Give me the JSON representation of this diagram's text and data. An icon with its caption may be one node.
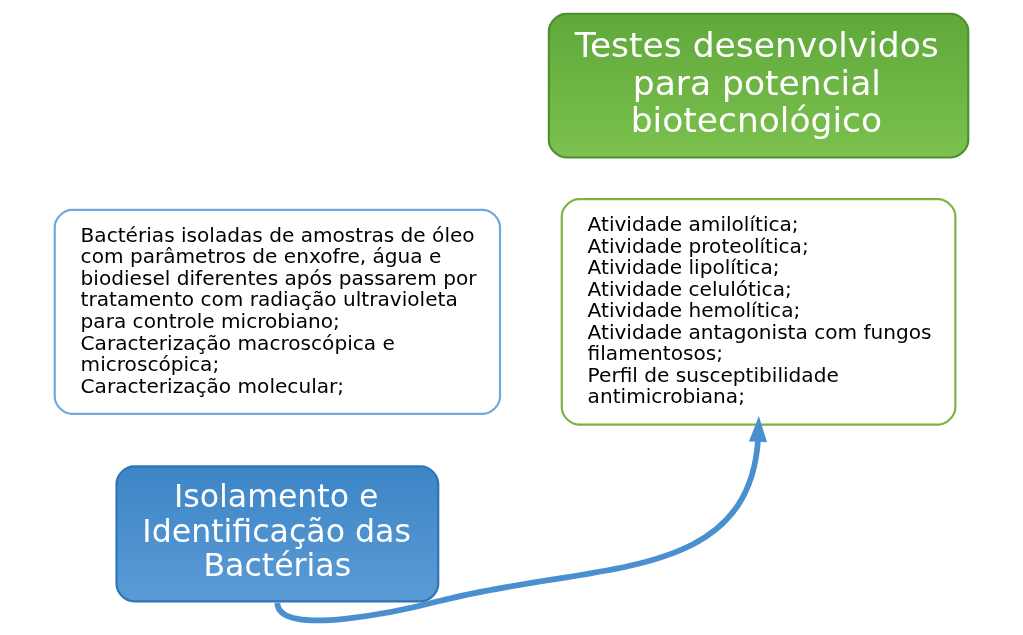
{
  "diagram": {
    "nodes": [
      {
        "text": [
          "Bactérias isoladas de amostras de óleo com parâmetros de enxofre, água e biodiesel diferentes após passarem por tratamento com radiação ultravioleta para controle microbiano;",
          "Caracterização macroscópica e microscópica;",
          "Caracterização molecular;"
        ]
      },
      {
        "text": [
          "Isolamento e Identificação das Bactérias"
        ]
      },
      {
        "text": [
          "Atividade amilolítica;",
          "Atividade proteolítica;",
          "Atividade lipolítica;",
          "Atividade celulótica;",
          "Atividade hemolítica;",
          "Atividade antagonista com fungos filamentosos;",
          "Perfil de susceptibilidade antimicrobiana;"
        ]
      },
      {
        "text": [
          "Testes desenvolvidos para potencial biotecnológico"
        ]
      }
    ],
    "edges": [
      {
        "from": 1,
        "to": 2,
        "arrow": "to"
      }
    ]
  }
}
